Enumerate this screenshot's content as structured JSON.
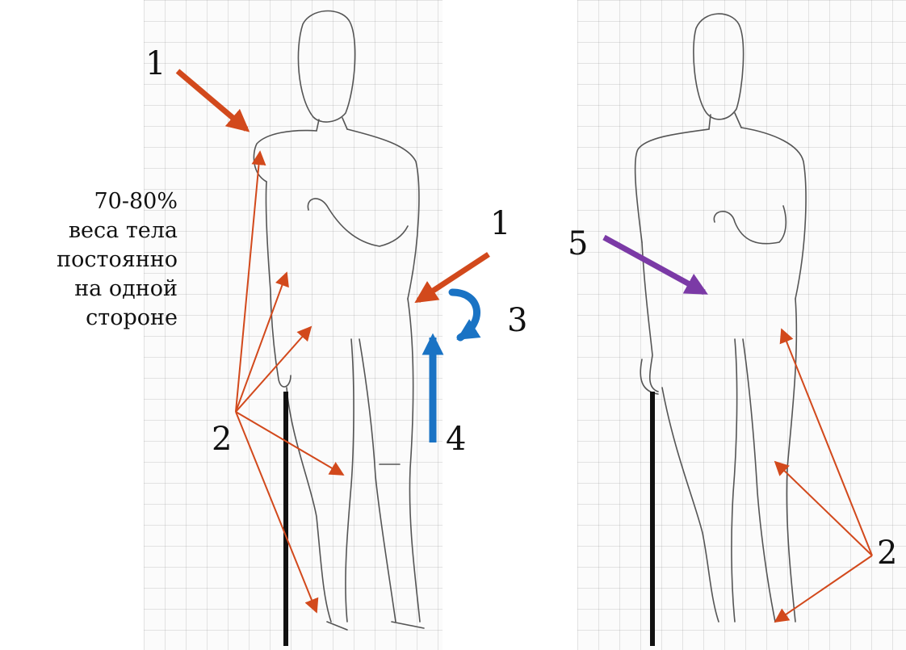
{
  "labels": {
    "marker_1": "1",
    "marker_2": "2",
    "marker_3": "3",
    "marker_4": "4",
    "marker_5": "5"
  },
  "annotation": {
    "line1": "70-80%",
    "line2": "веса тела",
    "line3": "постоянно",
    "line4": "на одной",
    "line5": "стороне"
  },
  "colors": {
    "orange_arrow": "#d2491c",
    "blue_arrow": "#1a73c4",
    "purple_arrow": "#7b3aa6",
    "cane": "#111111",
    "sketch": "#555555",
    "grid": "#a0a0a0"
  }
}
